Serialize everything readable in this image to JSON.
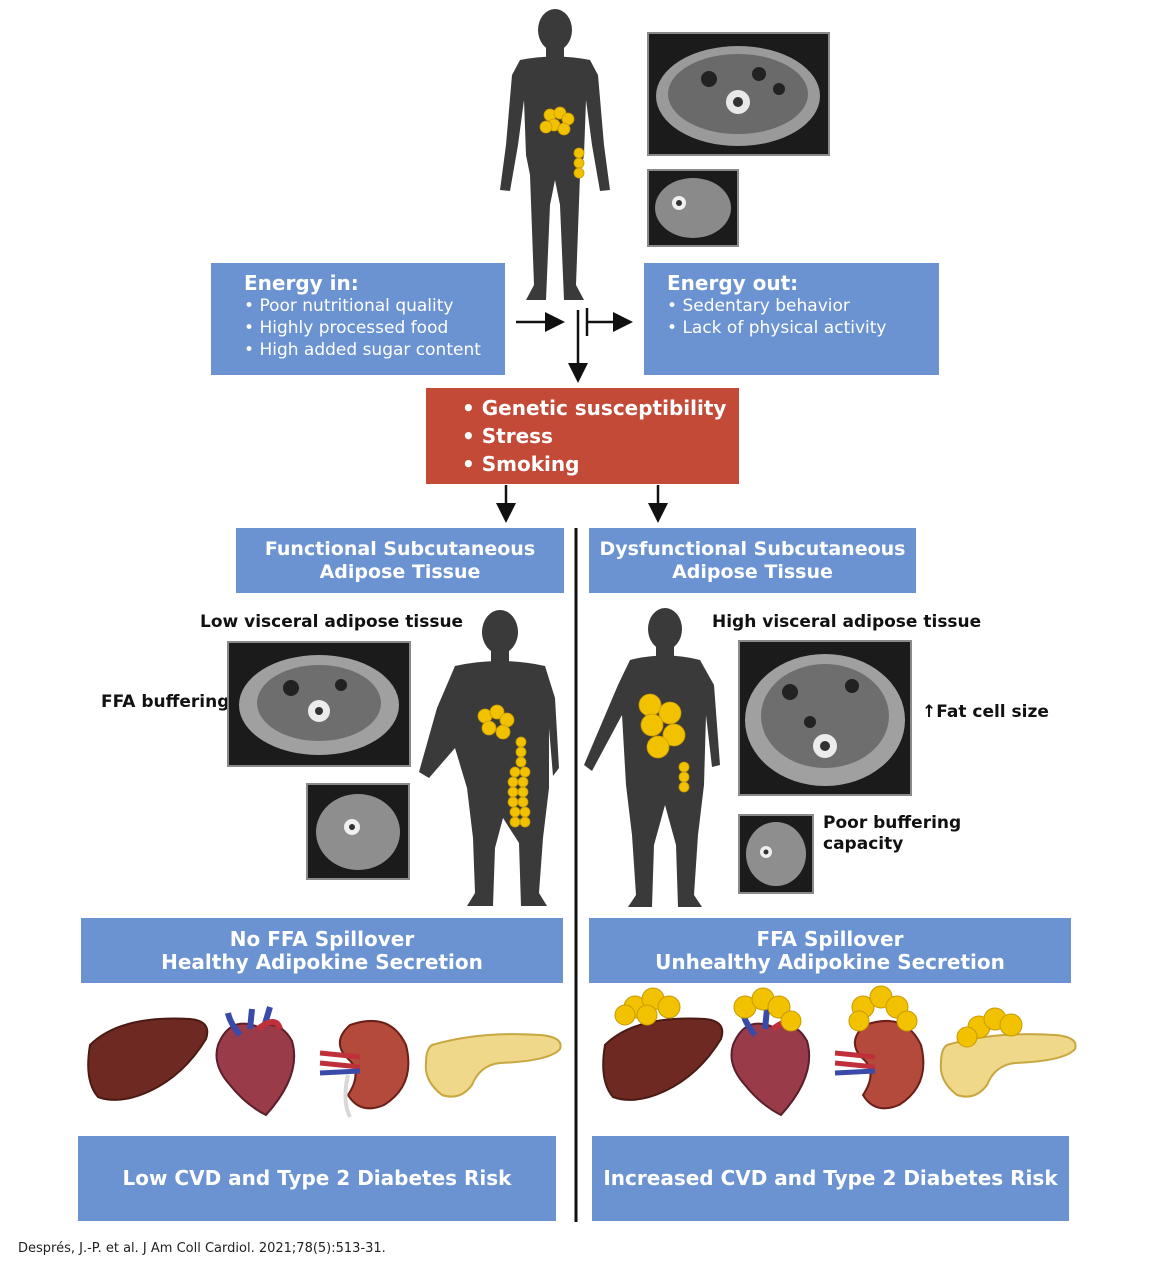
{
  "energy_in": {
    "title": "Energy in:",
    "items": [
      "Poor nutritional quality",
      "Highly processed food",
      "High added sugar content"
    ]
  },
  "energy_out": {
    "title": "Energy out:",
    "items": [
      "Sedentary behavior",
      "Lack of physical activity"
    ]
  },
  "factors": {
    "items": [
      "Genetic susceptibility",
      "Stress",
      "Smoking"
    ]
  },
  "left": {
    "header_line1": "Functional Subcutaneous",
    "header_line2": "Adipose Tissue",
    "visceral_label": "Low visceral adipose tissue",
    "buffer_label": "FFA buffering",
    "spill_line1": "No FFA Spillover",
    "spill_line2": "Healthy Adipokine Secretion",
    "risk": "Low CVD and Type 2 Diabetes Risk"
  },
  "right": {
    "header_line1": "Dysfunctional Subcutaneous",
    "header_line2": "Adipose Tissue",
    "visceral_label": "High visceral adipose tissue",
    "fat_cell_label": "↑Fat cell size",
    "buffer_line1": "Poor buffering",
    "buffer_line2": "capacity",
    "spill_line1": "FFA Spillover",
    "spill_line2": "Unhealthy Adipokine Secretion",
    "risk": "Increased CVD and Type 2 Diabetes Risk"
  },
  "citation": "Després, J.-P. et al. J Am Coll Cardiol. 2021;78(5):513-31.",
  "colors": {
    "box_blue": "#6b93d1",
    "factor_red": "#c24a37",
    "silhouette": "#3a3a3a",
    "fat_yellow": "#f2c200"
  }
}
